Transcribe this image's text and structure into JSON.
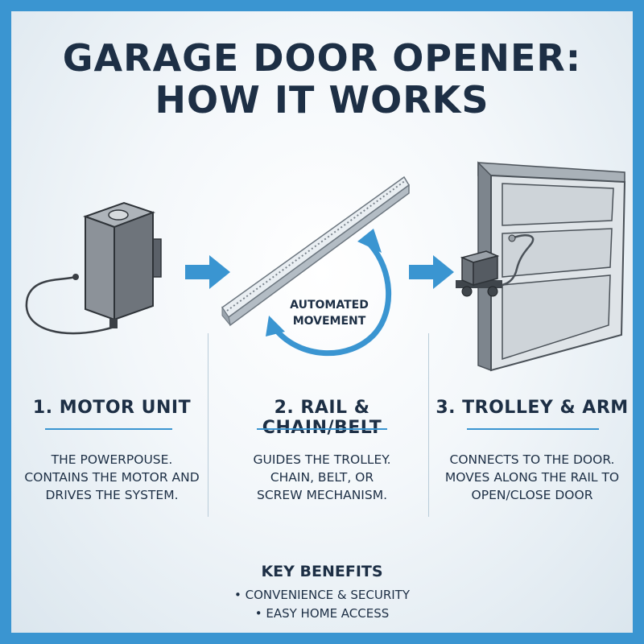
{
  "title": {
    "line1": "GARAGE DOOR OPENER:",
    "line2": "HOW IT WORKS"
  },
  "automated_label": {
    "line1": "AUTOMATED",
    "line2": "MOVEMENT"
  },
  "steps": [
    {
      "title": "1. MOTOR UNIT",
      "lines": [
        "THE POWERPOUSE.",
        "CONTAINS THE MOTOR AND",
        "DRIVES THE SYSTEM."
      ]
    },
    {
      "title": "2. RAIL & CHAIN/BELT",
      "lines": [
        "GUIDES THE TROLLEY.",
        "CHAIN, BELT, OR",
        "SCREW MECHANISM."
      ]
    },
    {
      "title": "3. TROLLEY & ARM",
      "lines": [
        "CONNECTS TO THE DOOR.",
        "MOVES ALONG THE RAIL TO",
        "OPEN/CLOSE DOOR"
      ]
    }
  ],
  "benefits": {
    "title": "KEY BENEFITS",
    "items": [
      "CONVENIENCE & SECURITY",
      "EASY HOME ACCESS"
    ]
  },
  "colors": {
    "border": "#3a95d1",
    "accent": "#3a95d1",
    "text": "#1d2f45"
  }
}
